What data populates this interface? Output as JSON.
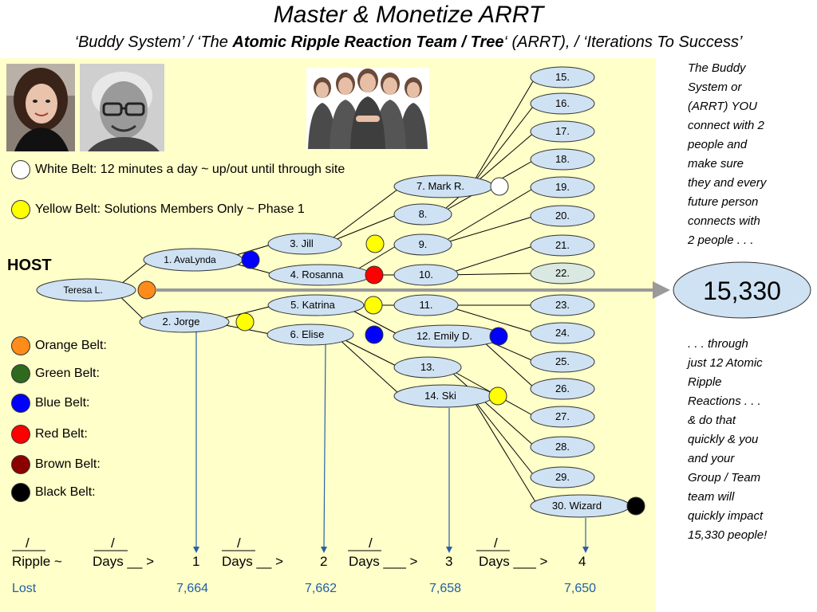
{
  "title": "Master & Monetize ARRT",
  "subtitle": {
    "part1": "‘Buddy System’ / ‘The ",
    "bold": "Atomic Ripple Reaction Team / Tree",
    "part2": "‘ (ARRT), / ‘Iterations To Success’"
  },
  "host_label": "HOST",
  "legend_top": [
    {
      "label": "White Belt: 12 minutes a day ~ up/out until through site",
      "color": "#ffffff"
    },
    {
      "label": "Yellow Belt: Solutions Members Only ~ Phase 1",
      "color": "#ffff00"
    }
  ],
  "belts": [
    {
      "label": "Orange Belt:",
      "color": "#ff8c1a"
    },
    {
      "label": "Green Belt:",
      "color": "#2d6a1e"
    },
    {
      "label": "Blue Belt:",
      "color": "#0000ff"
    },
    {
      "label": "Red Belt:",
      "color": "#ff0000"
    },
    {
      "label": "Brown Belt:",
      "color": "#8b0000"
    },
    {
      "label": "Black Belt:",
      "color": "#000000"
    }
  ],
  "total": "15,330",
  "side_text_top": [
    "The Buddy",
    "System or",
    "(ARRT) YOU",
    "connect with 2",
    "people and",
    "make sure",
    "they and every",
    "future person",
    "connects with",
    "2 people . . ."
  ],
  "side_text_bottom": [
    ". . . through",
    "just 12 Atomic",
    "Ripple",
    "Reactions . . .",
    "& do that",
    "quickly & you",
    "and your",
    "Group / Team",
    "team will",
    "quickly impact",
    "15,330 people!"
  ],
  "nodes": [
    {
      "id": "host",
      "label": "Teresa L.",
      "dot": "#ff8c1a"
    },
    {
      "id": "n1",
      "label": "1. AvaLynda",
      "dot": "#0000ff"
    },
    {
      "id": "n2",
      "label": "2. Jorge",
      "dot": "#ffff00"
    },
    {
      "id": "n3",
      "label": "3. Jill",
      "dot": "#ffff00"
    },
    {
      "id": "n4",
      "label": "4. Rosanna",
      "dot": "#ff0000"
    },
    {
      "id": "n5",
      "label": "5. Katrina",
      "dot": "#ffff00"
    },
    {
      "id": "n6",
      "label": "6. Elise",
      "dot": "#0000ff"
    },
    {
      "id": "n7",
      "label": "7. Mark R.",
      "dot": "#ffffff"
    },
    {
      "id": "n8",
      "label": "8."
    },
    {
      "id": "n9",
      "label": "9."
    },
    {
      "id": "n10",
      "label": "10."
    },
    {
      "id": "n11",
      "label": "11."
    },
    {
      "id": "n12",
      "label": "12. Emily D.",
      "dot": "#0000ff"
    },
    {
      "id": "n13",
      "label": "13."
    },
    {
      "id": "n14",
      "label": "14. Ski",
      "dot": "#ffff00"
    },
    {
      "id": "n15",
      "label": "15."
    },
    {
      "id": "n16",
      "label": "16."
    },
    {
      "id": "n17",
      "label": "17."
    },
    {
      "id": "n18",
      "label": "18."
    },
    {
      "id": "n19",
      "label": "19."
    },
    {
      "id": "n20",
      "label": "20."
    },
    {
      "id": "n21",
      "label": "21."
    },
    {
      "id": "n22",
      "label": "22."
    },
    {
      "id": "n23",
      "label": "23."
    },
    {
      "id": "n24",
      "label": "24."
    },
    {
      "id": "n25",
      "label": "25."
    },
    {
      "id": "n26",
      "label": "26."
    },
    {
      "id": "n27",
      "label": "27."
    },
    {
      "id": "n28",
      "label": "28."
    },
    {
      "id": "n29",
      "label": "29."
    },
    {
      "id": "n30",
      "label": "30. Wizard",
      "dot": "#000000"
    }
  ],
  "edges": [
    [
      "host",
      "n1"
    ],
    [
      "host",
      "n2"
    ],
    [
      "n1",
      "n3"
    ],
    [
      "n1",
      "n4"
    ],
    [
      "n2",
      "n5"
    ],
    [
      "n2",
      "n6"
    ],
    [
      "n3",
      "n7"
    ],
    [
      "n3",
      "n8"
    ],
    [
      "n4",
      "n9"
    ],
    [
      "n4",
      "n10"
    ],
    [
      "n5",
      "n11"
    ],
    [
      "n5",
      "n12"
    ],
    [
      "n6",
      "n13"
    ],
    [
      "n6",
      "n14"
    ],
    [
      "n7",
      "n15"
    ],
    [
      "n7",
      "n16"
    ],
    [
      "n8",
      "n17"
    ],
    [
      "n8",
      "n18"
    ],
    [
      "n9",
      "n19"
    ],
    [
      "n9",
      "n20"
    ],
    [
      "n10",
      "n21"
    ],
    [
      "n10",
      "n22"
    ],
    [
      "n11",
      "n23"
    ],
    [
      "n11",
      "n24"
    ],
    [
      "n12",
      "n25"
    ],
    [
      "n12",
      "n26"
    ],
    [
      "n13",
      "n27"
    ],
    [
      "n13",
      "n28"
    ],
    [
      "n14",
      "n29"
    ],
    [
      "n14",
      "n30"
    ]
  ],
  "bottom_row": {
    "slash": "/",
    "ripple": "Ripple ~",
    "days_segments": [
      "Days __ >",
      "Days __ >",
      "Days ___ >",
      "Days ___ >"
    ],
    "numbers": [
      "1",
      "2",
      "3",
      "4"
    ]
  },
  "lost_row": {
    "label": "Lost",
    "values": [
      "7,664",
      "7,662",
      "7,658",
      "7,650"
    ]
  }
}
